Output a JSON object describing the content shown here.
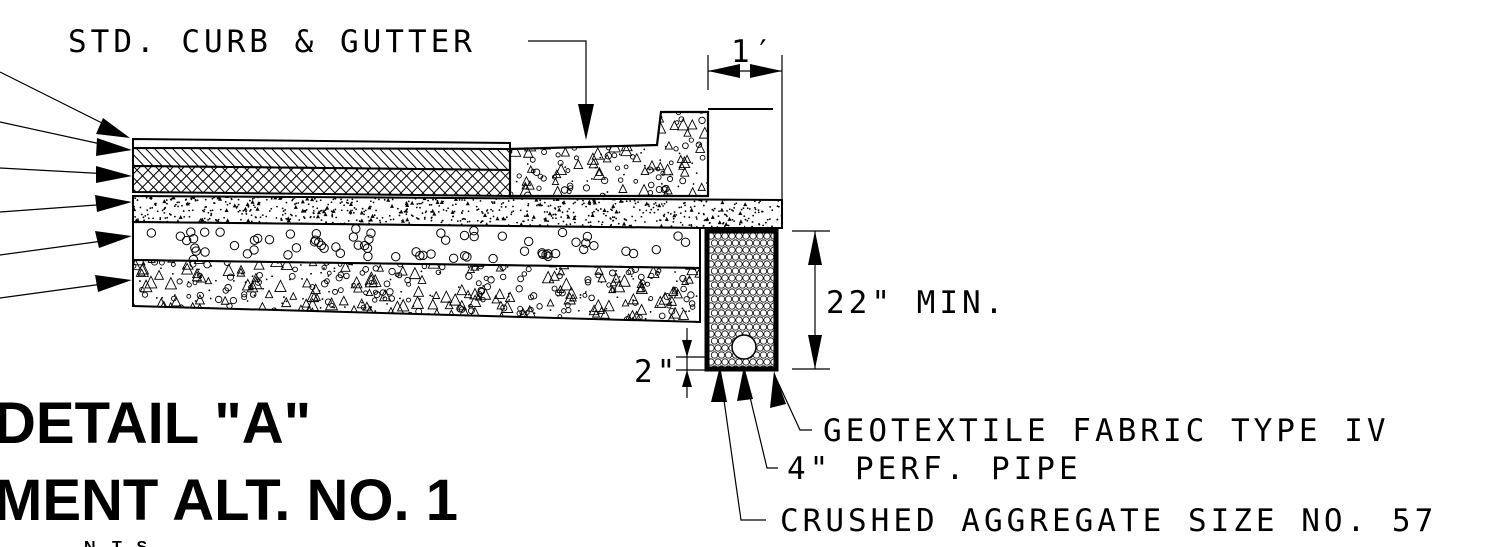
{
  "labels": {
    "curb": "STD. CURB & GUTTER",
    "width": "1′",
    "depth": "22\" MIN.",
    "offset": "2\"",
    "fabric": "GEOTEXTILE FABRIC TYPE IV",
    "pipe": "4\" PERF. PIPE",
    "aggregate": "CRUSHED AGGREGATE SIZE NO. 57"
  },
  "title": {
    "line1": "DETAIL \"A\"",
    "line2": "MENT ALT. NO. 1",
    "scale": "N.T.S."
  },
  "colors": {
    "ink": "#000000",
    "paper": "#ffffff"
  }
}
